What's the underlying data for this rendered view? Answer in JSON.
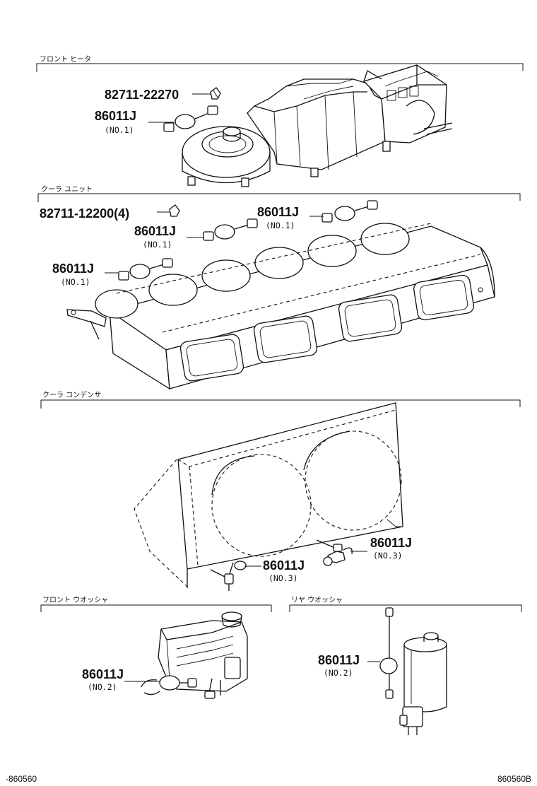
{
  "sections": {
    "front_heater": "フロント ヒータ",
    "cooler_unit": "クーラ ユニット",
    "cooler_condenser": "クーラ コンデンサ",
    "front_washer": "フロント ウオッシャ",
    "rear_washer": "リヤ ウオッシャ"
  },
  "callouts": {
    "heater_clip": "82711-22270",
    "heater_bulb": "86011J",
    "heater_bulb_qual": "(NO.1)",
    "cooler_clip": "82711-12200(4)",
    "cooler_bulb_a": "86011J",
    "cooler_bulb_a_qual": "(NO.1)",
    "cooler_bulb_b": "86011J",
    "cooler_bulb_b_qual": "(NO.1)",
    "cooler_bulb_c": "86011J",
    "cooler_bulb_c_qual": "(NO.1)",
    "condenser_bulb_a": "86011J",
    "condenser_bulb_a_qual": "(NO.3)",
    "condenser_bulb_b": "86011J",
    "condenser_bulb_b_qual": "(NO.3)",
    "front_washer_bulb": "86011J",
    "front_washer_bulb_qual": "(NO.2)",
    "rear_washer_bulb": "86011J",
    "rear_washer_bulb_qual": "(NO.2)"
  },
  "footer": {
    "left_code": "-860560",
    "right_code": "860560B"
  }
}
